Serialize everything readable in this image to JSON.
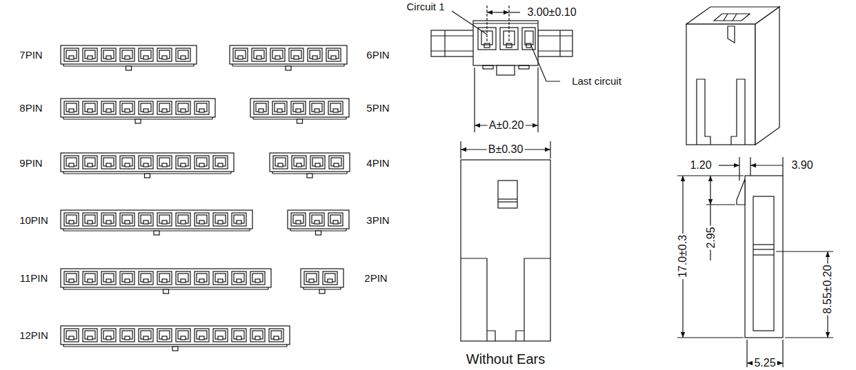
{
  "diagram": {
    "labels": [
      "7PIN",
      "8PIN",
      "9PIN",
      "10PIN",
      "11PIN",
      "12PIN",
      "6PIN",
      "5PIN",
      "4PIN",
      "3PIN",
      "2PIN",
      "Circuit 1",
      "3.00±0.10",
      "Last circuit",
      "A±0.20",
      "B±0.30",
      "Without Ears",
      "1.20",
      "3.90",
      "2.95",
      "17.0±0.3",
      "8.55±0.20",
      "5.25"
    ]
  }
}
